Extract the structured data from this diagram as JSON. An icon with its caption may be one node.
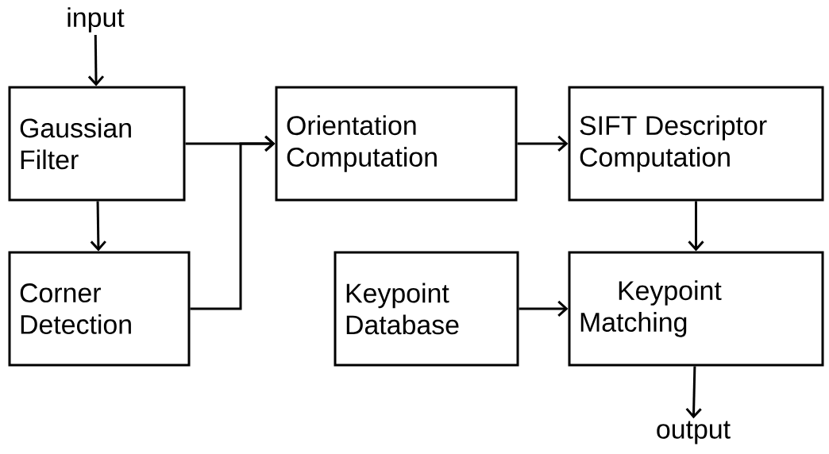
{
  "diagram": {
    "nodes": [
      {
        "text": [
          "input"
        ]
      },
      {
        "text": [
          "Gaussian Filter"
        ]
      },
      {
        "text": [
          "Corner Detection"
        ]
      },
      {
        "text": [
          "Orientation Computation"
        ]
      },
      {
        "text": [
          "SIFT Descriptor Computation"
        ]
      },
      {
        "text": [
          "Keypoint Database"
        ]
      },
      {
        "text": [
          "Keypoint Matching"
        ]
      },
      {
        "text": [
          "output"
        ]
      }
    ],
    "edges": [
      {
        "from": 0,
        "to": 1,
        "arrow": "to"
      },
      {
        "from": 1,
        "to": 2,
        "arrow": "to"
      },
      {
        "from": 1,
        "to": 3,
        "arrow": "to"
      },
      {
        "from": 2,
        "to": 3,
        "arrow": "to"
      },
      {
        "from": 3,
        "to": 4,
        "arrow": "to"
      },
      {
        "from": 4,
        "to": 6,
        "arrow": "to"
      },
      {
        "from": 5,
        "to": 6,
        "arrow": "to"
      },
      {
        "from": 6,
        "to": 7,
        "arrow": "to"
      }
    ]
  }
}
